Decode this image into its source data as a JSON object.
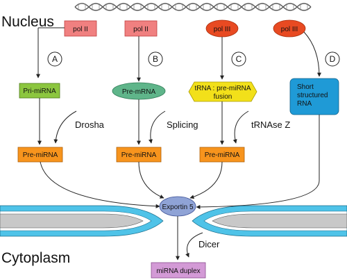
{
  "regions": {
    "nucleus": "Nucleus",
    "cytoplasm": "Cytoplasm"
  },
  "polymerases": {
    "a": "pol II",
    "b": "pol II",
    "c": "pol III",
    "d": "pol III"
  },
  "step_labels": {
    "a": "A",
    "b": "B",
    "c": "C",
    "d": "D"
  },
  "transcripts": {
    "a": "Pri-miRNA",
    "b": "Pre-mRNA",
    "c_line1": "tRNA : pre-miRNA",
    "c_line2": "fusion",
    "d_line1": "Short",
    "d_line2": "structured",
    "d_line3": "RNA"
  },
  "enzymes": {
    "a": "Drosha",
    "b": "Splicing",
    "c": "tRNAse Z",
    "dicer": "Dicer"
  },
  "products": {
    "a": "Pre-miRNA",
    "b": "Pre-miRNA",
    "c": "Pre-miRNA"
  },
  "exporter": "Exportin 5",
  "final_product": "miRNA duplex",
  "colors": {
    "pol_ii": "#f08080",
    "pol_iii": "#e84a22",
    "pri_mirna": "#8cc63f",
    "pre_mrna": "#5fb58a",
    "trna_fusion": "#f2e01a",
    "short_rna": "#1f9ad6",
    "pre_mirna": "#f7941d",
    "exportin": "#8fa3d6",
    "membrane": "#4fc3e8",
    "membrane_core": "#c8c8c8",
    "mirna_duplex": "#d39ad6"
  }
}
